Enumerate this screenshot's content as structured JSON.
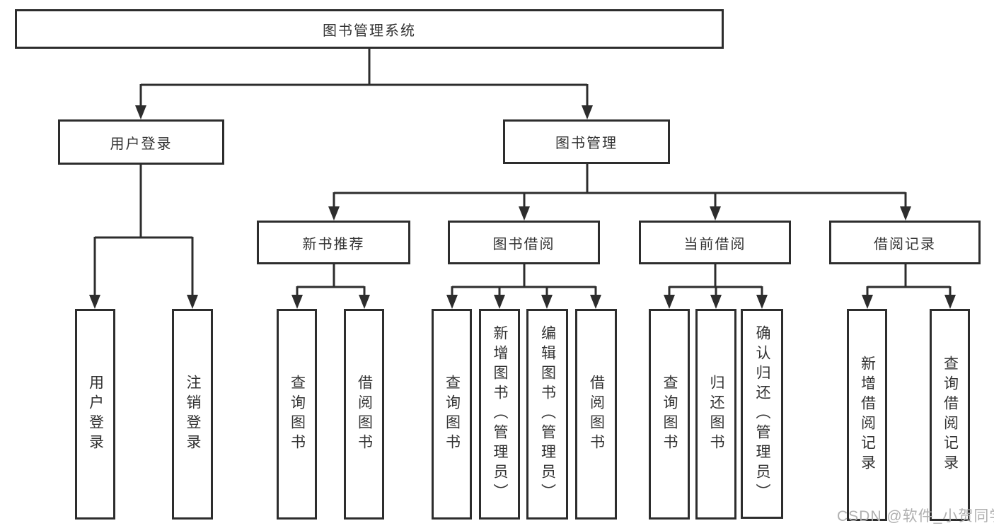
{
  "colors": {
    "line": "#2d2d2d",
    "box_border": "#2d2d2d",
    "text": "#333333",
    "watermark": "#b0b0b0",
    "background": "#ffffff"
  },
  "watermark": "CSDN @软件_小贺同学",
  "tree": {
    "root": {
      "label": "图书管理系统"
    },
    "branches": [
      {
        "label": "用户登录",
        "children": [
          {
            "label": "用户登录"
          },
          {
            "label": "注销登录"
          }
        ]
      },
      {
        "label": "图书管理",
        "children": [
          {
            "label": "新书推荐",
            "children": [
              {
                "label": "查询图书"
              },
              {
                "label": "借阅图书"
              }
            ]
          },
          {
            "label": "图书借阅",
            "children": [
              {
                "label": "查询图书"
              },
              {
                "label": "新增图书（管理员）"
              },
              {
                "label": "编辑图书（管理员）"
              },
              {
                "label": "借阅图书"
              }
            ]
          },
          {
            "label": "当前借阅",
            "children": [
              {
                "label": "查询图书"
              },
              {
                "label": "归还图书"
              },
              {
                "label": "确认归还（管理员）"
              }
            ]
          },
          {
            "label": "借阅记录",
            "children": [
              {
                "label": "新增借阅记录"
              },
              {
                "label": "查询借阅记录"
              }
            ]
          }
        ]
      }
    ]
  }
}
